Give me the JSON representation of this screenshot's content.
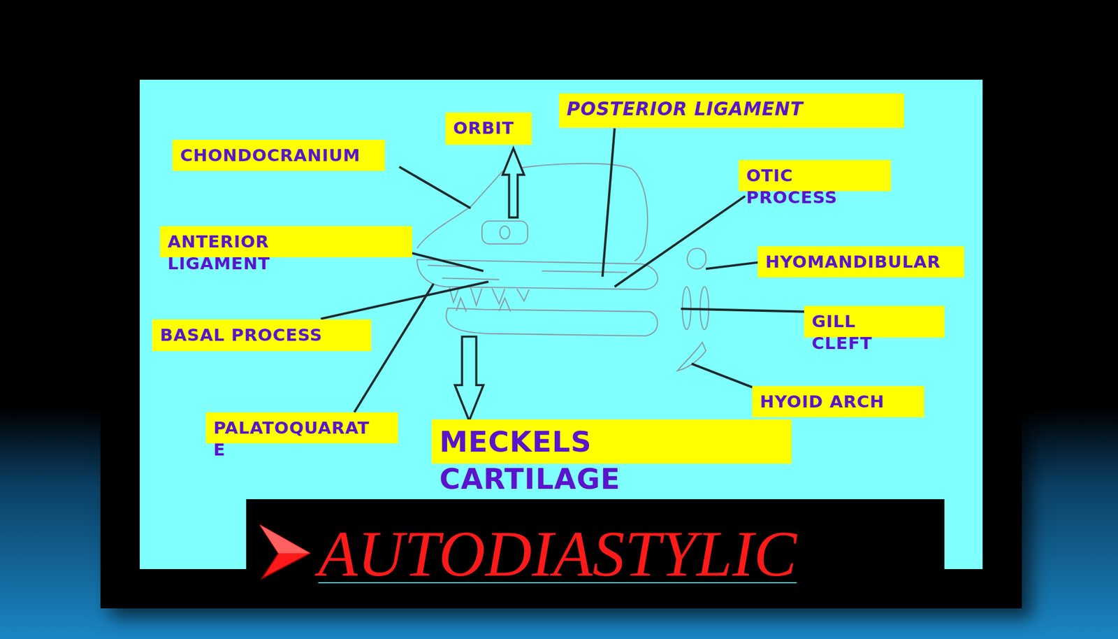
{
  "diagram": {
    "title": "AUTODIASTYLIC",
    "nodes": [
      {
        "text": [
          "ORBIT"
        ]
      },
      {
        "text": [
          "POSTERIOR LIGAMENT"
        ]
      },
      {
        "text": [
          "CHONDOCRANIUM"
        ]
      },
      {
        "text": [
          "OTIC PROCESS"
        ]
      },
      {
        "text": [
          "ANTERIOR LIGAMENT"
        ]
      },
      {
        "text": [
          "HYOMANDIBULAR"
        ]
      },
      {
        "text": [
          "GILL CLEFT"
        ]
      },
      {
        "text": [
          "BASAL PROCESS"
        ]
      },
      {
        "text": [
          "HYOID ARCH"
        ]
      },
      {
        "text": [
          "PALATOQUARAT E"
        ]
      },
      {
        "text": [
          "MECKELS CARTILAGE"
        ]
      }
    ]
  }
}
